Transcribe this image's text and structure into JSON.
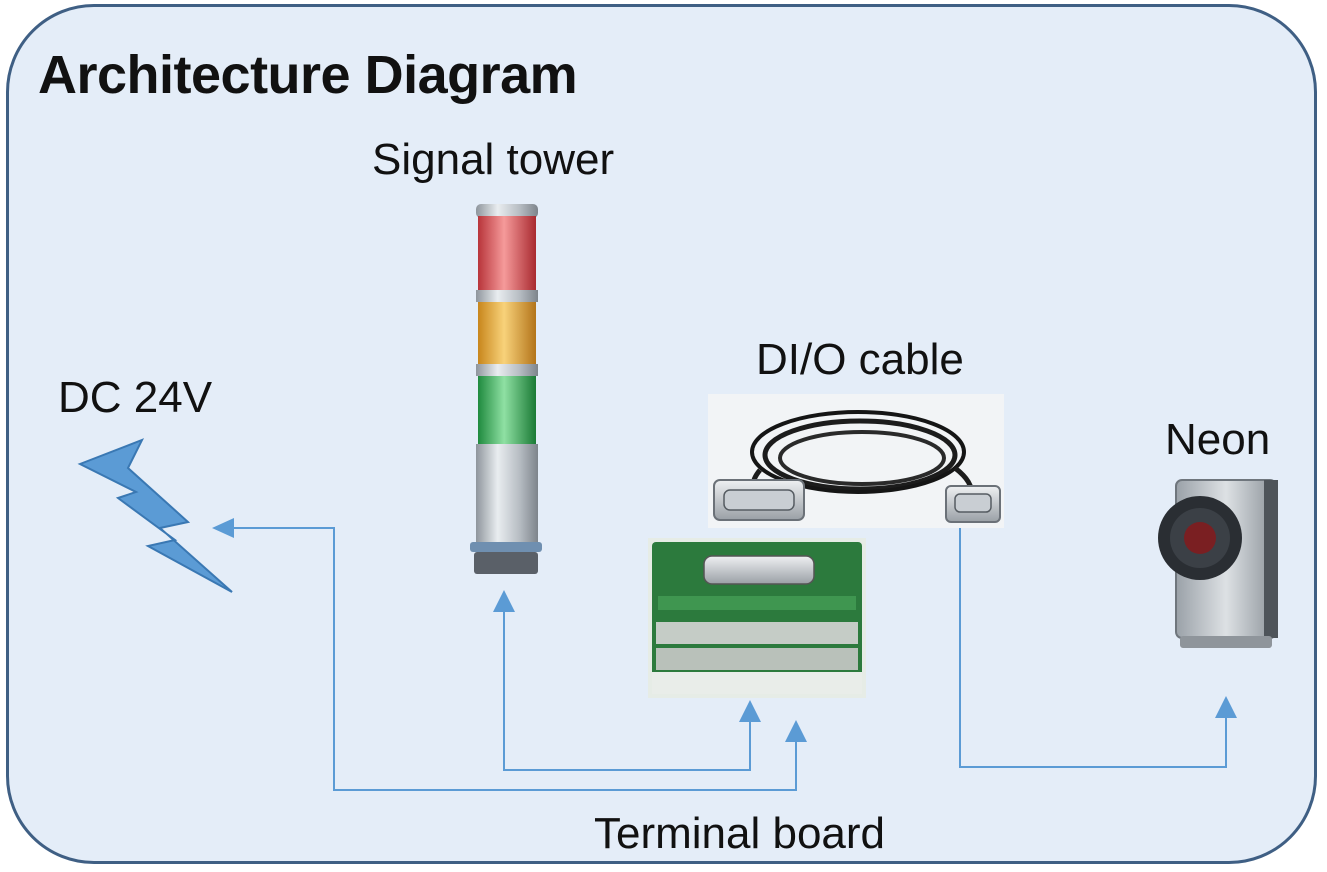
{
  "diagram": {
    "title": "Architecture Diagram",
    "nodes": {
      "signal_tower": "Signal tower",
      "dio_cable": "DI/O cable",
      "dc_power": "DC 24V",
      "neon": "Neon",
      "terminal_board": "Terminal board"
    },
    "colors": {
      "background": "#e4edf8",
      "border": "#3f5f84",
      "connector": "#5b9bd5",
      "bolt": "#5b9bd5"
    }
  }
}
